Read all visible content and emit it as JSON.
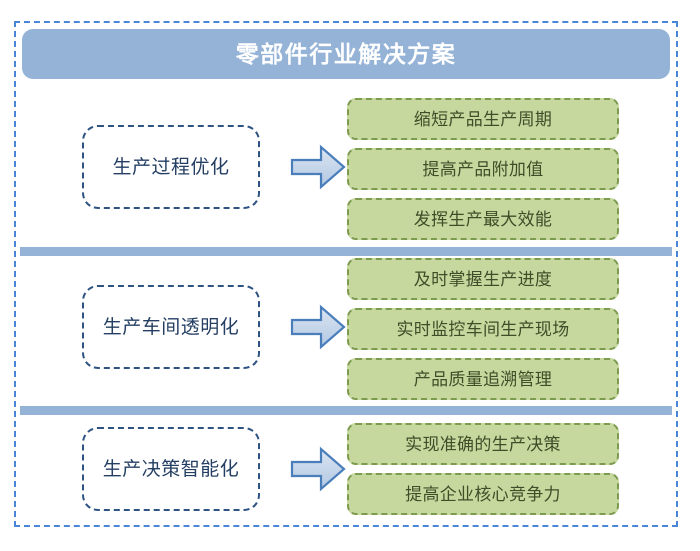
{
  "frame": {
    "border_color": "#4a86d8"
  },
  "header": {
    "title": "零部件行业解决方案",
    "background_color": "#95b3d7",
    "text_color": "#ffffff"
  },
  "divider": {
    "color": "#95b3d7"
  },
  "arrow": {
    "icon": "arrow-right-block-icon",
    "fill_color": "#bdd0e8",
    "stroke_color": "#4a7ebb"
  },
  "palette": {
    "category_border": "#2e5382",
    "category_text": "#243f63",
    "item_fill": "#c6d89e",
    "item_border": "#7d9b4e",
    "item_text": "#3f4d28"
  },
  "sections": [
    {
      "category": "生产过程优化",
      "items": [
        "缩短产品生产周期",
        "提高产品附加值",
        "发挥生产最大效能"
      ]
    },
    {
      "category": "生产车间透明化",
      "items": [
        "及时掌握生产进度",
        "实时监控车间生产现场",
        "产品质量追溯管理"
      ]
    },
    {
      "category": "生产决策智能化",
      "items": [
        "实现准确的生产决策",
        "提高企业核心竞争力"
      ]
    }
  ]
}
